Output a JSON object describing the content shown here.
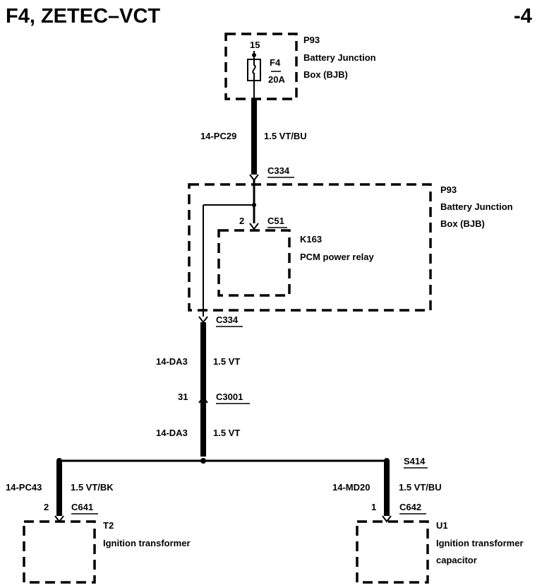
{
  "header": {
    "title": "F4, ZETEC–VCT",
    "page_suffix": "-4"
  },
  "bjb_top": {
    "pin": "15",
    "fuse_name": "F4",
    "fuse_rating": "20A",
    "code": "P93",
    "name_line1": "Battery Junction",
    "name_line2": "Box (BJB)"
  },
  "wire_pc29": {
    "circuit": "14-PC29",
    "spec": "1.5 VT/BU"
  },
  "conn_c334_top": "C334",
  "bjb_mid": {
    "code": "P93",
    "name_line1": "Battery Junction",
    "name_line2": "Box (BJB)"
  },
  "relay": {
    "pin": "2",
    "connector": "C51",
    "code": "K163",
    "name": "PCM power relay"
  },
  "conn_c334_bottom": "C334",
  "wire_da3_upper": {
    "circuit": "14-DA3",
    "spec": "1.5 VT"
  },
  "conn_c3001": {
    "pin": "31",
    "name": "C3001"
  },
  "wire_da3_lower": {
    "circuit": "14-DA3",
    "spec": "1.5 VT"
  },
  "splice": "S414",
  "wire_pc43": {
    "circuit": "14-PC43",
    "spec": "1.5 VT/BK"
  },
  "wire_md20": {
    "circuit": "14-MD20",
    "spec": "1.5 VT/BU"
  },
  "t2": {
    "pin": "2",
    "connector": "C641",
    "code": "T2",
    "name": "Ignition transformer"
  },
  "u1": {
    "pin": "1",
    "connector": "C642",
    "code": "U1",
    "name_line1": "Ignition transformer",
    "name_line2": "capacitor"
  }
}
